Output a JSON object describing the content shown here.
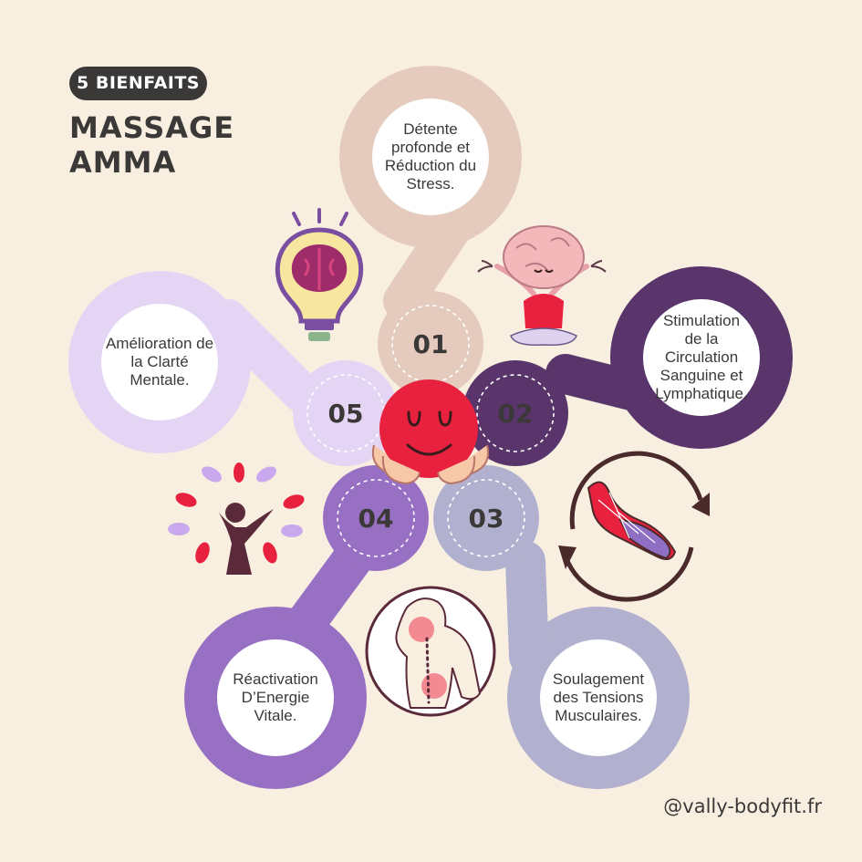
{
  "header": {
    "badge": "5 BIENFAITS",
    "title_line1": "MASSAGE",
    "title_line2": "AMMA"
  },
  "steps": [
    {
      "number": "01",
      "text": [
        "Détente",
        "profonde et",
        "Réduction du",
        "Stress."
      ],
      "color": "#e4cbbd"
    },
    {
      "number": "02",
      "text": [
        "Stimulation",
        "de la",
        "Circulation",
        "Sanguine et",
        "Lymphatique."
      ],
      "color": "#59356b"
    },
    {
      "number": "03",
      "text": [
        "Soulagement",
        "des Tensions",
        "Musculaires."
      ],
      "color": "#b1b1cf"
    },
    {
      "number": "04",
      "text": [
        "Réactivation",
        "D’Energie",
        "Vitale."
      ],
      "color": "#9870c3"
    },
    {
      "number": "05",
      "text": [
        "Amélioration de",
        "la Clarté",
        "Mentale."
      ],
      "color": "#e5d5f4"
    }
  ],
  "icons": [
    "smiling-face-icon",
    "lightbulb-brain-icon",
    "meditating-brain-icon",
    "circulation-cycle-icon",
    "back-pain-icon",
    "tree-person-icon"
  ],
  "footer": {
    "handle": "@vally-bodyfit.fr"
  }
}
